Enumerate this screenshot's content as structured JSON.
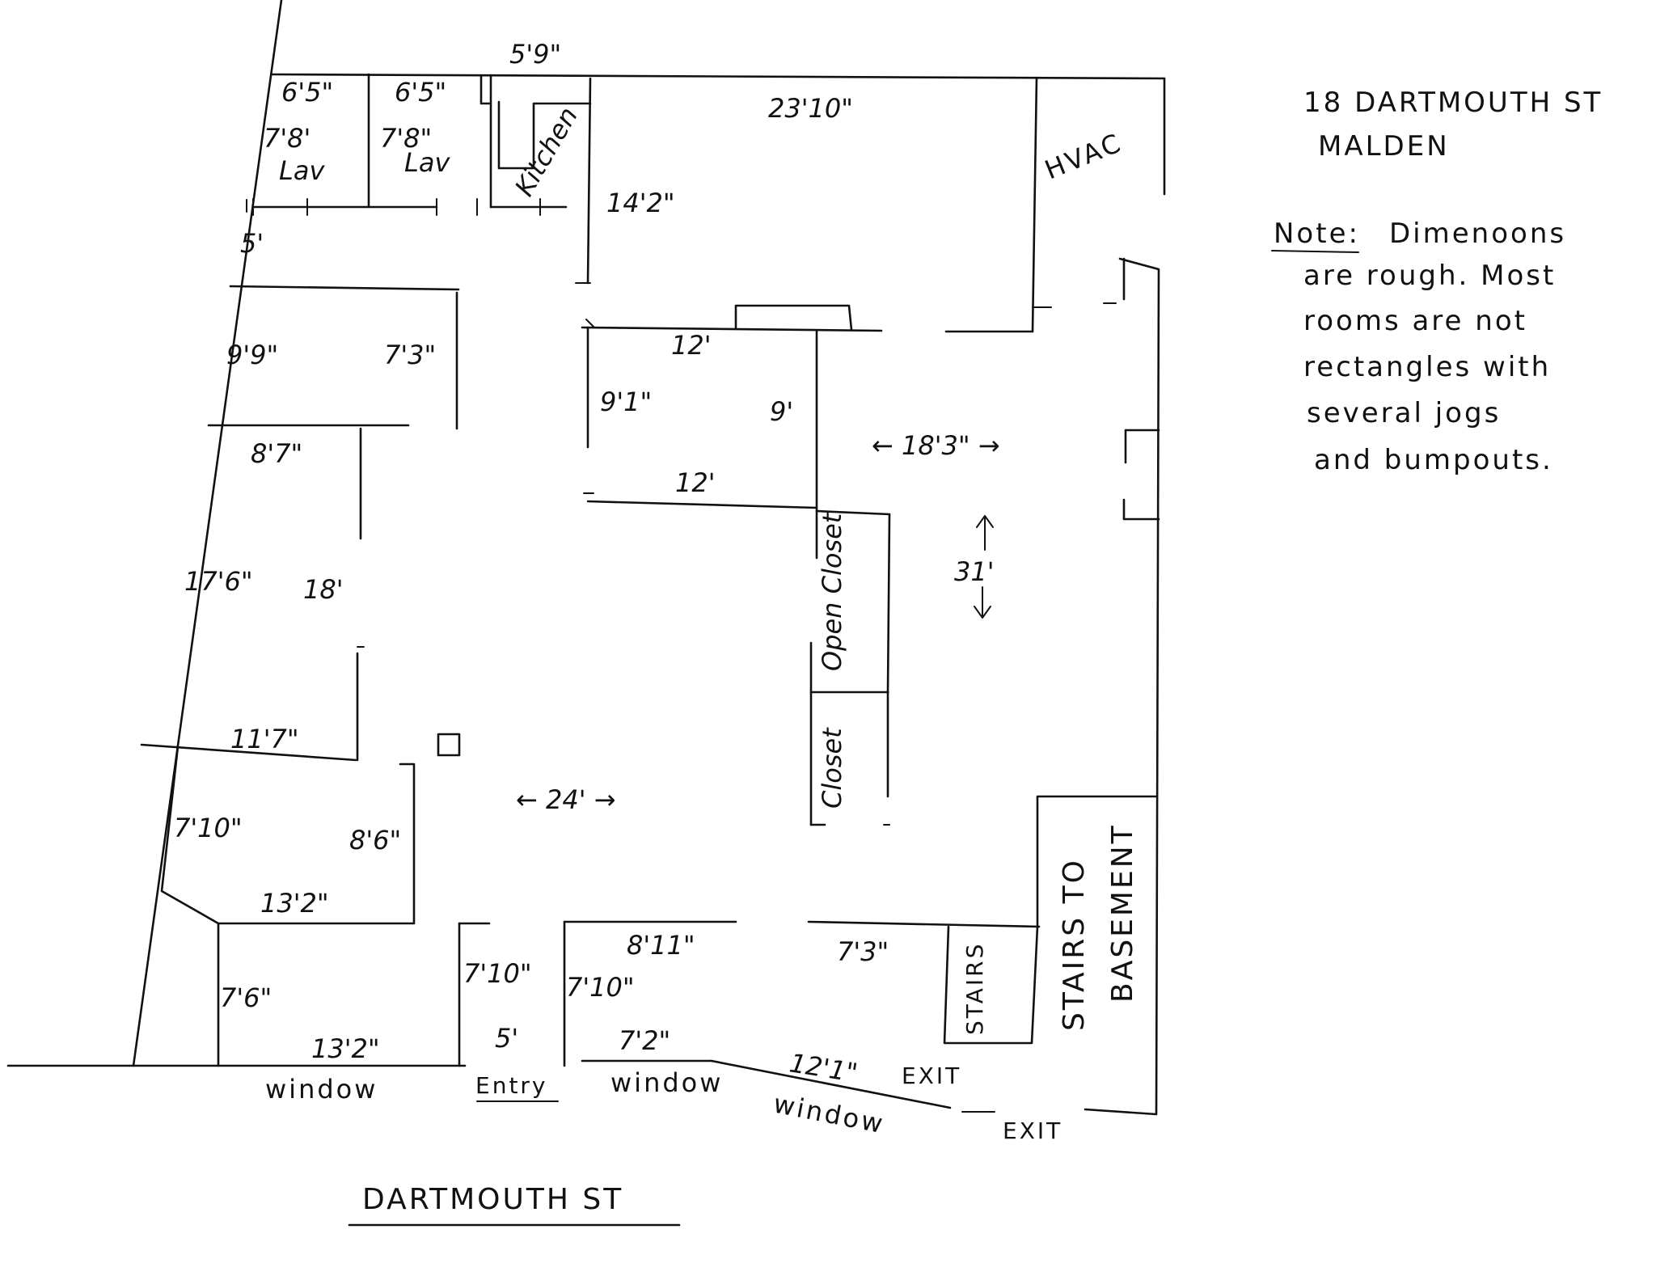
{
  "header": {
    "address_line1": "18 DARTMOUTH ST",
    "address_line2": "MALDEN"
  },
  "note": {
    "prefix": "Note:",
    "lines": [
      "Dimenoons",
      "are rough. Most",
      "rooms are not",
      "rectangles with",
      "several jogs",
      "and bumpouts."
    ]
  },
  "street": "DARTMOUTH ST",
  "rooms": {
    "lav1": "Lav",
    "lav2": "Lav",
    "kitchen": "Kitchen",
    "hvac": "HVAC",
    "open_closet": "Open Closet",
    "closet": "Closet",
    "stairs": "STAIRS",
    "stairs_basement_1": "STAIRS TO",
    "stairs_basement_2": "BASEMENT",
    "entry": "Entry",
    "exit1": "EXIT",
    "exit2": "EXIT",
    "window1": "window",
    "window2": "window",
    "window3": "window"
  },
  "dimensions": {
    "d_5_9": "5'9\"",
    "d_6_5_a": "6'5\"",
    "d_6_5_b": "6'5\"",
    "d_7_8_a": "7'8'",
    "d_7_8_b": "7'8\"",
    "d_23_10": "23'10\"",
    "d_14_2": "14'2\"",
    "d_5": "5'",
    "d_9_9": "9'9\"",
    "d_7_3_a": "7'3\"",
    "d_12_a": "12'",
    "d_9_1": "9'1\"",
    "d_9": "9'",
    "d_8_7": "8'7\"",
    "d_12_b": "12'",
    "d_18_3": "← 18'3\" →",
    "d_31": "31'",
    "d_17_6": "17'6\"",
    "d_18": "18'",
    "d_11_7": "11'7\"",
    "d_24": "← 24' →",
    "d_7_10_a": "7'10\"",
    "d_8_6": "8'6\"",
    "d_13_2_a": "13'2\"",
    "d_7_10_b": "7'10\"",
    "d_7_10_c": "7'10\"",
    "d_8_11": "8'11\"",
    "d_7_3_b": "7'3\"",
    "d_7_6": "7'6\"",
    "d_13_2_b": "13'2\"",
    "d_5_entry": "5'",
    "d_7_2": "7'2\"",
    "d_12_1": "12'1\""
  }
}
